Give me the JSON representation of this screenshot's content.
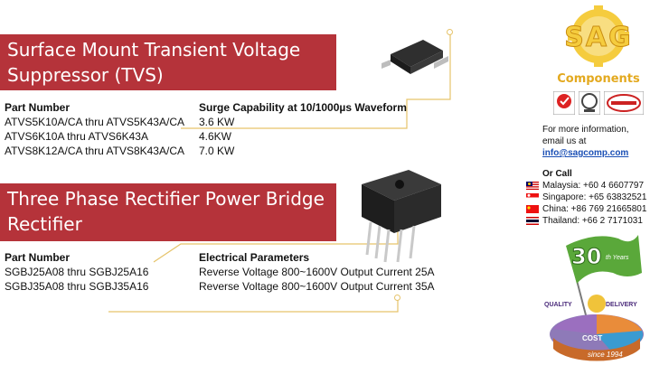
{
  "section1": {
    "title_line1": "Surface Mount Transient Voltage",
    "title_line2": "Suppressor (TVS)",
    "col1_header": "Part Number",
    "col2_header": "Surge Capability at 10/1000µs Waveform",
    "rows": [
      {
        "part": "ATVS5K10A/CA thru ATVS5K43A/CA",
        "value": "3.6 KW"
      },
      {
        "part": "ATVS6K10A thru ATVS6K43A",
        "value": "4.6KW"
      },
      {
        "part": "ATVS8K12A/CA thru ATVS8K43A/CA",
        "value": "7.0 KW"
      }
    ]
  },
  "section2": {
    "title_line1": "Three Phase Rectifier Power Bridge",
    "title_line2": "Rectifier",
    "col1_header": "Part Number",
    "col2_header": "Electrical Parameters",
    "rows": [
      {
        "part": "SGBJ25A08 thru SGBJ25A16",
        "value": "Reverse Voltage 800~1600V Output Current 25A"
      },
      {
        "part": "SGBJ35A08 thru SGBJ35A16",
        "value": "Reverse Voltage 800~1600V Output Current 35A"
      }
    ]
  },
  "logo": {
    "brand": "SAG",
    "sub": "Components"
  },
  "contact": {
    "info_line1": "For more information,",
    "info_line2": "email us at",
    "email": "info@sagcomp.com",
    "call_heading": "Or Call",
    "phones": [
      {
        "country": "Malaysia",
        "text": "Malaysia: +60 4 6607797"
      },
      {
        "country": "Singapore",
        "text": "Singapore: +65 63832521"
      },
      {
        "country": "China",
        "text": "China: +86 769 21665801"
      },
      {
        "country": "Thailand",
        "text": "Thailand: +66 2 7171031"
      }
    ]
  },
  "badge": {
    "years": "30",
    "years_suffix": "th Years",
    "since": "since 1994",
    "quality": "QUALITY",
    "delivery": "DELIVERY",
    "cost": "COST"
  },
  "colors": {
    "banner": "#b5333a",
    "accent": "#e6c36a",
    "flag_green": "#5aa83a"
  }
}
